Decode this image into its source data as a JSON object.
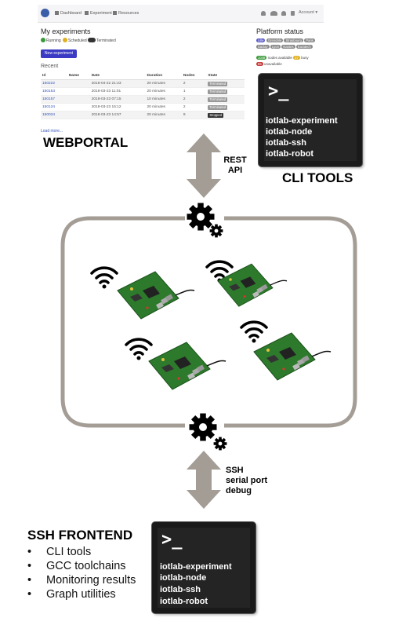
{
  "portal": {
    "nav": {
      "dashboard": "Dashboard",
      "experiment": "Experiment",
      "resources": "Resources",
      "account": "Account ▾"
    },
    "my_experiments": {
      "title": "My experiments",
      "legend": [
        {
          "label": "Running",
          "color": "#3a9a3a"
        },
        {
          "label": "Scheduled",
          "color": "#e0b020"
        },
        {
          "label": "Terminated",
          "color": "#333333"
        }
      ],
      "new_button": "New experiment",
      "recent": "Recent",
      "columns": [
        "Id",
        "Name",
        "Date",
        "Duration",
        "Nodes",
        "State"
      ],
      "rows": [
        [
          "150222",
          "",
          "2018-04-22 21:23",
          "20 minutes",
          "2",
          "Terminated"
        ],
        [
          "150153",
          "",
          "2018-03-23 11:01",
          "20 minutes",
          "1",
          "Terminated"
        ],
        [
          "150157",
          "",
          "2018-03-23 07:15",
          "10 minutes",
          "2",
          "Terminated"
        ],
        [
          "150134",
          "",
          "2018-03-23 15:12",
          "20 minutes",
          "2",
          "Terminated"
        ],
        [
          "150034",
          "",
          "2018-03-23 14:57",
          "20 minutes",
          "9",
          "Stopped"
        ]
      ],
      "load_more": "Load more..."
    },
    "platform_status": {
      "title": "Platform status",
      "sites": [
        "Lille",
        "Grenoble",
        "Strasbourg",
        "Paris",
        "Saclay",
        "Lyon",
        "Nantes",
        "Euratech"
      ],
      "alive": "1048",
      "alive_label": "nodes available",
      "busy": "27",
      "busy_label": "busy",
      "unavailable": "55",
      "unavailable_label": "unavailable"
    }
  },
  "labels": {
    "webportal": "WEBPORTAL",
    "cli_tools": "CLI TOOLS",
    "rest_api": [
      "REST",
      "API"
    ],
    "ssh_link": [
      "SSH",
      "serial port",
      "debug"
    ],
    "ssh_frontend": "SSH FRONTEND"
  },
  "frontend_items": [
    "CLI tools",
    "GCC toolchains",
    "Monitoring results",
    "Graph utilities"
  ],
  "terminal": {
    "prompt": ">_",
    "commands": [
      "iotlab-experiment",
      "iotlab-node",
      "iotlab-ssh",
      "iotlab-robot"
    ]
  },
  "colors": {
    "arrow": "#a39d96",
    "frame": "#a39d96",
    "board": "#2d7a2c",
    "button_primary": "#3a3ac4"
  }
}
